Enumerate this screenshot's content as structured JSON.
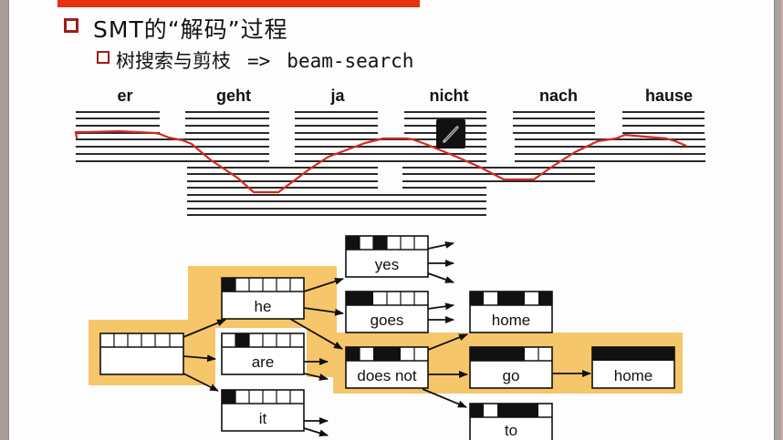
{
  "slide": {
    "heading": "SMT的“解码”过程",
    "subheading": "树搜索与剪枝",
    "subheading_arrow": "=>",
    "subheading_term": "beam-search",
    "accent_color": "#e4320e",
    "bullet_color": "#a01d1d"
  },
  "beam_figure": {
    "source_words": [
      "er",
      "geht",
      "ja",
      "nicht",
      "nach",
      "hause"
    ],
    "path_color": "#d42a20",
    "annotation_tool": "pencil-edit"
  },
  "search_graph": {
    "highlight_color": "#f6c66a",
    "nodes": [
      {
        "id": "root",
        "label": "",
        "coverage": [
          0,
          0,
          0,
          0,
          0,
          0
        ]
      },
      {
        "id": "he",
        "label": "he",
        "coverage": [
          1,
          0,
          0,
          0,
          0,
          0
        ]
      },
      {
        "id": "are",
        "label": "are",
        "coverage": [
          0,
          1,
          0,
          0,
          0,
          0
        ]
      },
      {
        "id": "it",
        "label": "it",
        "coverage": [
          1,
          0,
          0,
          0,
          0,
          0
        ]
      },
      {
        "id": "yes",
        "label": "yes",
        "coverage": [
          1,
          0,
          1,
          0,
          0,
          0
        ]
      },
      {
        "id": "goes",
        "label": "goes",
        "coverage": [
          1,
          1,
          0,
          0,
          0,
          0
        ]
      },
      {
        "id": "does_not",
        "label": "does not",
        "coverage": [
          1,
          0,
          1,
          1,
          0,
          0
        ]
      },
      {
        "id": "home1",
        "label": "home",
        "coverage": [
          1,
          0,
          1,
          1,
          0,
          1
        ]
      },
      {
        "id": "go",
        "label": "go",
        "coverage": [
          1,
          1,
          1,
          1,
          0,
          0
        ]
      },
      {
        "id": "to",
        "label": "to",
        "coverage": [
          1,
          0,
          1,
          1,
          1,
          0
        ]
      },
      {
        "id": "home2",
        "label": "home",
        "coverage": [
          1,
          1,
          1,
          1,
          1,
          1
        ]
      }
    ]
  }
}
